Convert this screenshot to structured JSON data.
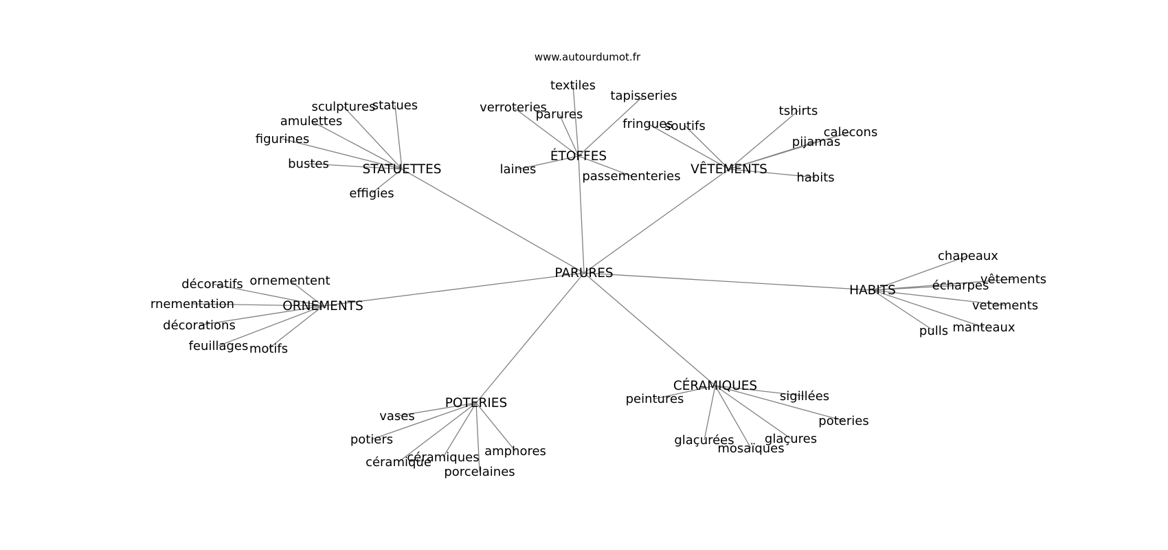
{
  "source": "www.autourdumot.fr",
  "root": "PARURES",
  "groups": [
    {
      "id": "statuettes",
      "label": "STATUETTES",
      "leaves": [
        "sculptures",
        "statues",
        "amulettes",
        "figurines",
        "bustes",
        "effigies"
      ]
    },
    {
      "id": "etoffes",
      "label": "ÉTOFFES",
      "leaves": [
        "textiles",
        "verroteries",
        "tapisseries",
        "parures",
        "laines",
        "passementeries"
      ]
    },
    {
      "id": "vetements",
      "label": "VÊTEMENTS",
      "leaves": [
        "tshirts",
        "fringues",
        "soutifs",
        "calecons",
        "pijamas",
        "habits"
      ]
    },
    {
      "id": "ornements",
      "label": "ORNEMENTS",
      "leaves": [
        "décoratifs",
        "ornementent",
        "rnementation",
        "décorations",
        "feuillages",
        "motifs"
      ]
    },
    {
      "id": "habits",
      "label": "HABITS",
      "leaves": [
        "chapeaux",
        "vêtements",
        "écharpes",
        "vetements",
        "manteaux",
        "pulls"
      ]
    },
    {
      "id": "poteries",
      "label": "POTERIES",
      "leaves": [
        "vases",
        "potiers",
        "céramiques",
        "céramique",
        "amphores",
        "porcelaines"
      ]
    },
    {
      "id": "ceramiques",
      "label": "CÉRAMIQUES",
      "leaves": [
        "peintures",
        "sigillées",
        "poteries",
        "glaçures",
        "glaçurées",
        "mosaïques"
      ]
    }
  ]
}
